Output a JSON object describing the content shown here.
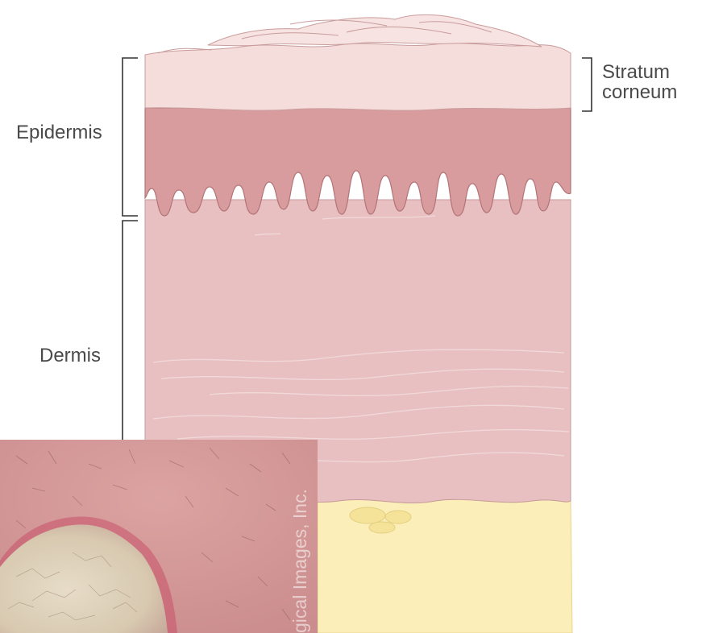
{
  "labels": {
    "epidermis": "Epidermis",
    "dermis": "Dermis",
    "stratum_corneum_line1": "Stratum",
    "stratum_corneum_line2": "corneum"
  },
  "photo": {
    "credit": "gical Images, Inc."
  },
  "colors": {
    "stratum_corneum": "#f5dddb",
    "epidermis": "#d99c9e",
    "dermis": "#e8c0c2",
    "subcutaneous_fat": "#fbeeb9",
    "label_text": "#4a4a4a",
    "bracket": "#333333"
  }
}
